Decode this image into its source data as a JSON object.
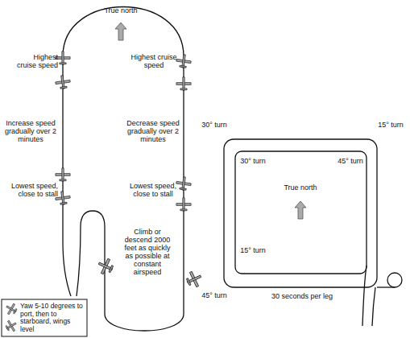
{
  "diagram": {
    "labels": [
      "True north",
      "Highest cruise speed",
      "Highest cruise speed",
      "Increase speed gradually over 2 minutes",
      "Decrease speed gradually over 2 minutes",
      "Lowest speed, close to stall",
      "Lowest speed, close to stall",
      "Climb or descend 2000 feet as quickly as possible at constant airspeed",
      "30° turn",
      "15° turn",
      "30° turn",
      "45° turn",
      "True north",
      "15° turn",
      "45° turn",
      "30 seconds per leg"
    ],
    "legend": [
      {
        "text": "Yaw 5-10 degrees  to port, then to starboard, wings level"
      }
    ]
  }
}
